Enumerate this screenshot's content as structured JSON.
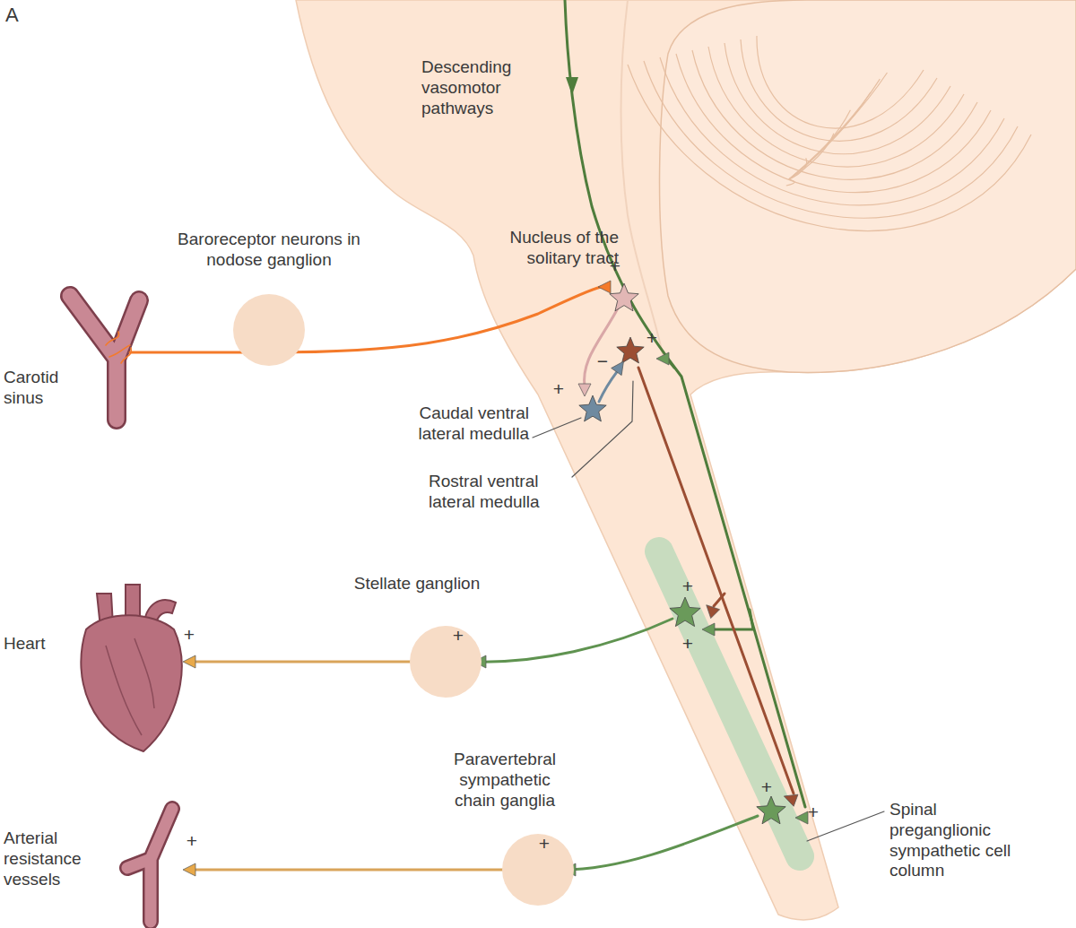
{
  "diagram": {
    "nodes": [
      {
        "text": [
          "Baroreceptor neurons in nodose ganglion"
        ]
      },
      {
        "text": [
          "Stellate ganglion",
          "+"
        ]
      },
      {
        "text": [
          "Paravertebral sympathetic chain ganglia",
          "+"
        ]
      }
    ],
    "labels": [
      "A",
      "Descending vasomotor pathways",
      "Nucleus of the solitary tract",
      "+",
      "Carotid sinus",
      "+",
      "−",
      "+",
      "Caudal ventral lateral medulla",
      "Rostral ventral lateral medulla",
      "Heart",
      "+",
      "+",
      "+",
      "Arterial resistance vessels",
      "+",
      "+",
      "+",
      "Spinal preganglionic sympathetic cell column"
    ]
  }
}
